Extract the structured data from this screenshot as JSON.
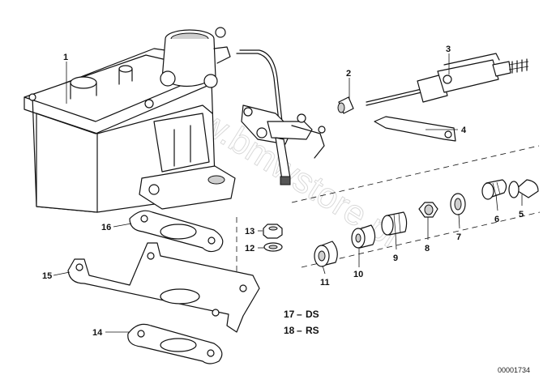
{
  "diagram": {
    "callouts": [
      "1",
      "2",
      "3",
      "4",
      "5",
      "6",
      "7",
      "8",
      "9",
      "10",
      "11",
      "12",
      "13",
      "14",
      "15",
      "16"
    ],
    "legend": [
      {
        "number": "17",
        "code": "DS"
      },
      {
        "number": "18",
        "code": "RS"
      }
    ],
    "reference_number": "00001734",
    "watermark": "www.bmwstore.pl"
  }
}
